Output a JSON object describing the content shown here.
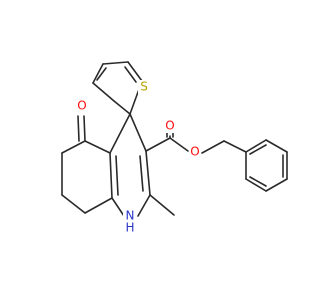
{
  "molecule": {
    "atom_labels": {
      "oxygen_ketone": "O",
      "oxygen_carbonyl": "O",
      "oxygen_ester": "O",
      "sulfur": "S",
      "nitrogen": "H\nN",
      "nitrogen_n": "N",
      "nitrogen_h": "H"
    },
    "colors": {
      "bond": "#2a2a2a",
      "oxygen": "#ff0d0d",
      "sulfur": "#b8a100",
      "nitrogen": "#2a36c8"
    }
  }
}
